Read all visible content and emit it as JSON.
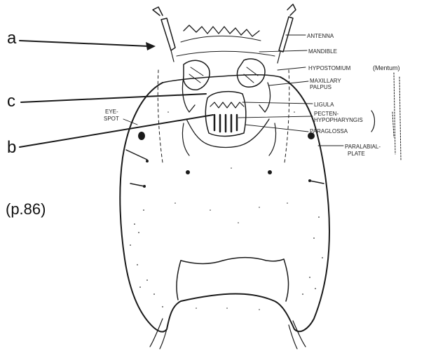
{
  "pointer_labels": {
    "a": "a",
    "b": "b",
    "c": "c"
  },
  "page_ref": "(p.86)",
  "right_labels": {
    "antenna": "ANTENNA",
    "mandible": "MANDIBLE",
    "hypostomium": "HYPOSTOMIUM",
    "mentum": "(Mentum)",
    "maxillary_palpus_1": "MAXILLARY",
    "maxillary_palpus_2": "PALPUS",
    "ligula": "LIGULA",
    "pecten_1": "PECTEN-",
    "pecten_2": "HYPOPHARYNGIS",
    "paraglossa": "PARAGLOSSA",
    "paralabial_1": "PARALABIAL-",
    "paralabial_2": "PLATE"
  },
  "left_labels": {
    "eye_spot_1": "EYE-",
    "eye_spot_2": "SPOT"
  },
  "colors": {
    "ink": "#1a1a1a",
    "background": "#ffffff"
  }
}
